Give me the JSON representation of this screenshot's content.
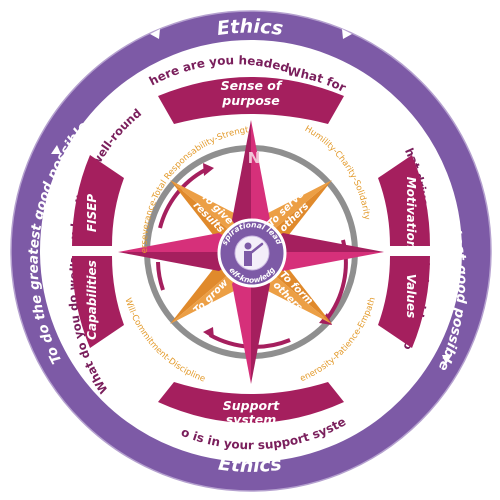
{
  "ring": {
    "top": "Ethics",
    "bottom": "Ethics",
    "right": "To do the greatest good possible",
    "left": "To do the greatest good possible"
  },
  "questions": {
    "where": "Where are you headed?",
    "what_for": "What for?",
    "what_drives": "What drives you ?",
    "what_guides": "What guides you?",
    "support": "Who is in your support system?",
    "do_well": "What do you do well?",
    "well_rounded": "Are you leading a well-rounded life?"
  },
  "segments": {
    "purpose_line1": "Sense of",
    "purpose_line2": "purpose",
    "motivation": "Motivation",
    "values": "Values",
    "support_line1": "Support",
    "support_line2": "system",
    "fisep": "FISEP",
    "capabilities": "Capabilities"
  },
  "value_sets": {
    "top_left": "Perseverance-Total Responsability-Strength",
    "top_right": "Humility-Charity-Solidarity",
    "bottom_left": "Will-Commitment-Discipline",
    "bottom_right": "Generosity-Patience-Empathy"
  },
  "arms": {
    "results_1": "To give",
    "results_2": "results",
    "serve_1": "To serve",
    "serve_2": "others",
    "grow": "To grow",
    "form_1": "To form",
    "form_2": "others"
  },
  "compass": {
    "north": "N"
  },
  "center": {
    "top": "Inspirational leader",
    "bottom": "Self-knowledge"
  },
  "colors": {
    "purple": "#7d5aa6",
    "magenta": "#a51f5e",
    "pink": "#d6307a",
    "orange": "#e08a2c",
    "gray": "#8f8f8f"
  }
}
